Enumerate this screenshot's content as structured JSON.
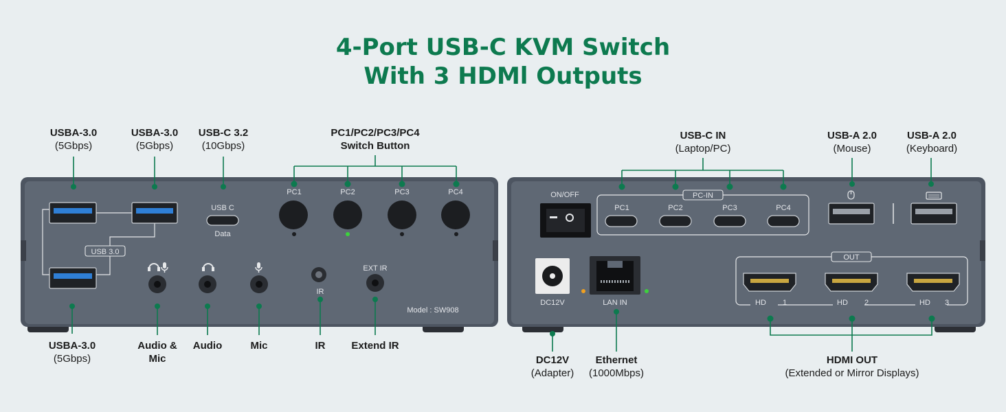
{
  "title": {
    "line1": "4-Port USB-C KVM Switch",
    "line2": "With 3 HDMl Outputs"
  },
  "front_labels": {
    "usba1": {
      "name": "USBA-3.0",
      "sub": "(5Gbps)"
    },
    "usba2": {
      "name": "USBA-3.0",
      "sub": "(5Gbps)"
    },
    "usbc32": {
      "name": "USB-C 3.2",
      "sub": "(10Gbps)"
    },
    "switch_buttons": {
      "name": "PC1/PC2/PC3/PC4",
      "sub": "Switch Button"
    },
    "usba3": {
      "name": "USBA-3.0",
      "sub": "(5Gbps)"
    },
    "audio_mic": {
      "name1": "Audio &",
      "name2": "Mic"
    },
    "audio": {
      "name": "Audio"
    },
    "mic": {
      "name": "Mic"
    },
    "ir": {
      "name": "IR"
    },
    "extend_ir": {
      "name": "Extend IR"
    }
  },
  "back_labels": {
    "usbc_in": {
      "name": "USB-C IN",
      "sub": "(Laptop/PC)"
    },
    "usba_mouse": {
      "name": "USB-A 2.0",
      "sub": "(Mouse)"
    },
    "usba_keyboard": {
      "name": "USB-A 2.0",
      "sub": "(Keyboard)"
    },
    "dc12v": {
      "name": "DC12V",
      "sub": "(Adapter)"
    },
    "ethernet": {
      "name": "Ethernet",
      "sub": "(1000Mbps)"
    },
    "hdmi_out": {
      "name": "HDMI OUT",
      "sub": "(Extended or Mirror Displays)"
    }
  },
  "front_panel": {
    "usb_c_label": "USB C",
    "data_label": "Data",
    "usb30_badge": "USB 3.0",
    "buttons": [
      "PC1",
      "PC2",
      "PC3",
      "PC4"
    ],
    "ir_label": "IR",
    "ext_ir_label": "EXT IR",
    "model": "Model : SW908"
  },
  "back_panel": {
    "on_off": "ON/OFF",
    "pc_in": "PC-IN",
    "ports": [
      "PC1",
      "PC2",
      "PC3",
      "PC4"
    ],
    "dc12v": "DC12V",
    "lan_in": "LAN IN",
    "out": "OUT",
    "hd_labels": [
      "HD",
      "1",
      "HD",
      "2",
      "HD",
      "3"
    ]
  },
  "colors": {
    "accent": "#0d7a4f",
    "panel": "#5e6673",
    "led_green": "#3cd23c",
    "led_orange": "#f0a020"
  }
}
